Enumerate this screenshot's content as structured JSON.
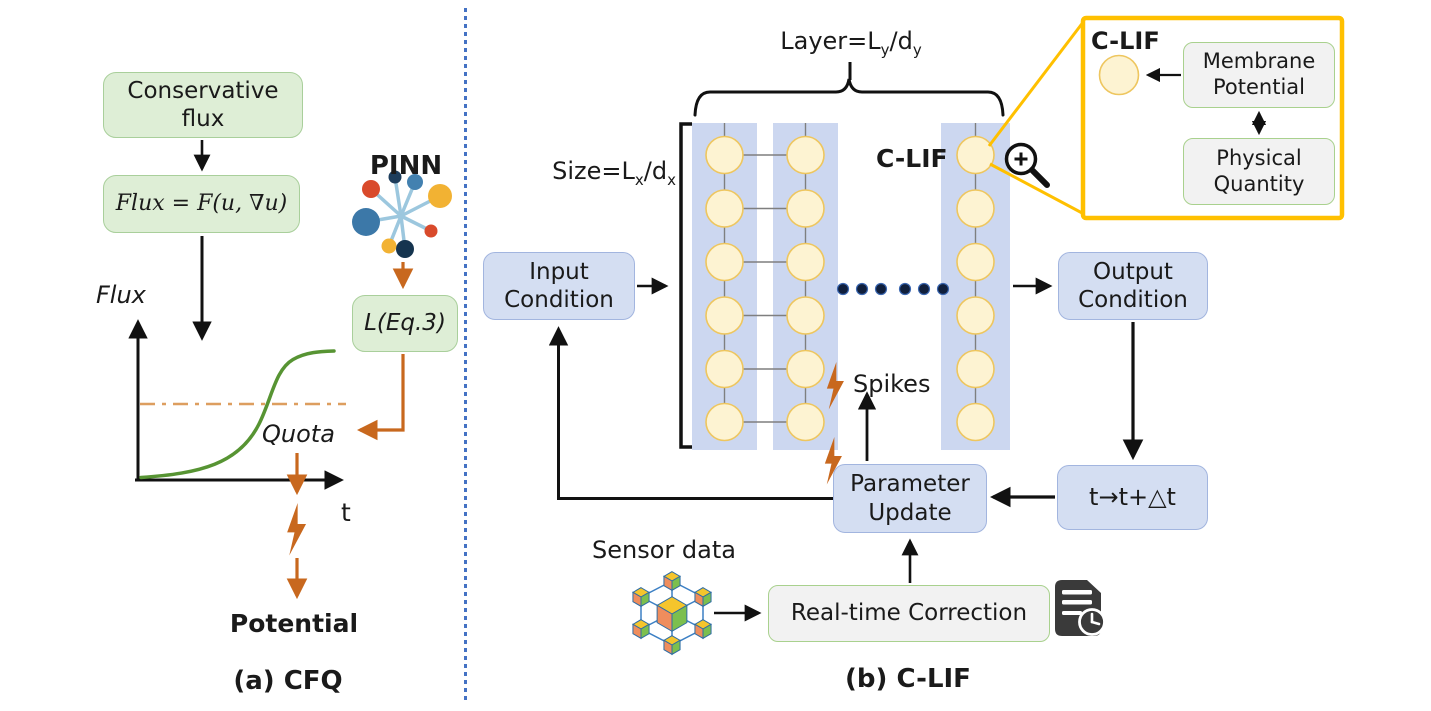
{
  "a": {
    "caption": "(a) CFQ",
    "box1": "Conservative flux",
    "box2": "Flux = F(u, ∇u)",
    "pinn": "PINN",
    "box3": "L(Eq.3)",
    "ylabel": "Flux",
    "xlabel": "t",
    "quota": "Quota",
    "potential": "Potential"
  },
  "b": {
    "caption": "(b) C-LIF",
    "layer": {
      "pre": "Layer=L",
      "sub1": "y",
      "mid": "/d",
      "sub2": "y"
    },
    "size": {
      "pre": "Size=L",
      "sub1": "x",
      "mid": "/d",
      "sub2": "x"
    },
    "clif": "C-LIF",
    "input": "Input Condition",
    "output": "Output Condition",
    "tstep": "t→t+△t",
    "param": "Parameter Update",
    "spikes": "Spikes",
    "sensor": "Sensor data",
    "rtc": "Real-time Correction",
    "inset": {
      "clif": "C-LIF",
      "membrane": "Membrane Potential",
      "physical": "Physical Quantity"
    }
  },
  "icons": {
    "pinn": "pinn-network-icon",
    "magnifier": "magnifier-zoom-icon",
    "bolt": "lightning-bolt-icon",
    "sensor": "sensor-cube-lattice-icon",
    "log": "document-clock-icon"
  },
  "colors": {
    "green_box_fill": "#deeed6",
    "green_box_border": "#a9cf9b",
    "blue_box_fill": "#d4def2",
    "blue_box_border": "#a2b5df",
    "gray_box_fill": "#f2f2f2",
    "gray_box_border": "#a9d18e",
    "column_fill": "#ccd7f0",
    "neuron_fill": "#fdf3d2",
    "neuron_border": "#eec65f",
    "orange": "#c8681e",
    "quota_dash": "#dd9e5f",
    "curve_green": "#579433",
    "inset_border": "#ffc000",
    "divider_blue": "#4472c4",
    "dot_navy": "#101f3c"
  }
}
